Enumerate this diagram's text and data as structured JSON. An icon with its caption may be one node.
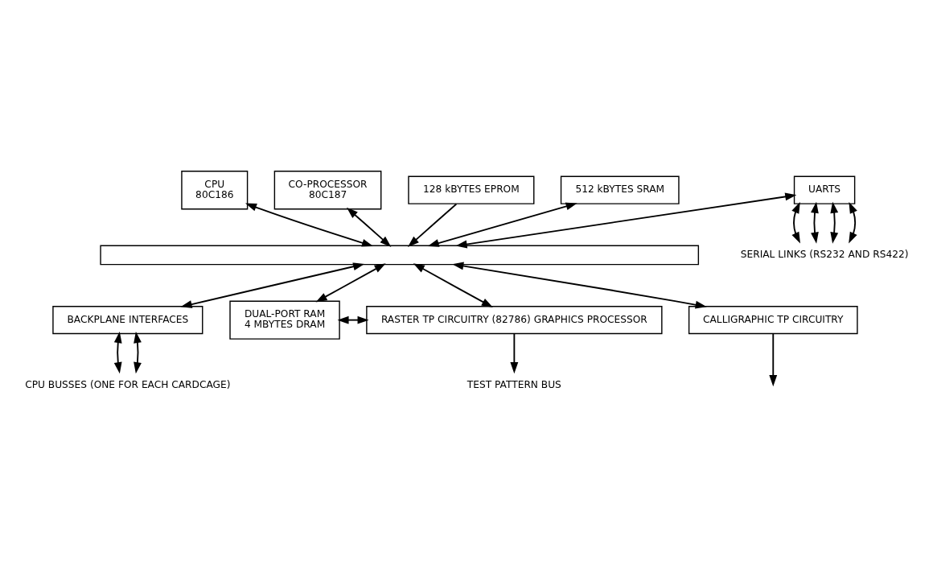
{
  "diagram": {
    "nodes": [
      {
        "text": [
          "CPU",
          "80C186"
        ]
      },
      {
        "text": [
          "CO-PROCESSOR",
          "80C187"
        ]
      },
      {
        "text": [
          "SERIAL LINKS (RS232 AND RS422)"
        ]
      },
      {
        "text": [
          "UARTS"
        ]
      },
      {
        "text": [
          "128 kBYTES EPROM"
        ]
      },
      {
        "text": [
          "512 kBYTES SRAM"
        ]
      },
      {
        "text": [],
        "shape": "bar"
      },
      {
        "text": [
          "BACKPLANE INTERFACES"
        ]
      },
      {
        "text": [
          "DUAL-PORT RAM",
          "4 MBYTES DRAM"
        ]
      },
      {
        "text": [
          "RASTER TP CIRCUITRY (82786) GRAPHICS PROCESSOR"
        ]
      },
      {
        "text": [
          "CALLIGRAPHIC TP CIRCUITRY"
        ]
      },
      {
        "text": [
          "CPU BUSSES (ONE FOR EACH CARDCAGE)"
        ]
      },
      {
        "text": [
          "TEST PATTERN BUS"
        ]
      }
    ],
    "edges": [
      {
        "from": 0,
        "to": 6,
        "arrow": "both"
      },
      {
        "from": 1,
        "to": 6,
        "arrow": "both"
      },
      {
        "from": 3,
        "to": 2,
        "arrow": "both"
      },
      {
        "from": 3,
        "to": 2,
        "arrow": "both"
      },
      {
        "from": 3,
        "to": 2,
        "arrow": "both"
      },
      {
        "from": 3,
        "to": 2,
        "arrow": "both"
      },
      {
        "from": 3,
        "to": 6,
        "arrow": "both"
      },
      {
        "from": 4,
        "to": 6,
        "arrow": "to"
      },
      {
        "from": 5,
        "to": 6,
        "arrow": "both"
      },
      {
        "from": 6,
        "to": 7,
        "arrow": "both"
      },
      {
        "from": 6,
        "to": 8,
        "arrow": "both"
      },
      {
        "from": 8,
        "to": 9,
        "arrow": "both"
      },
      {
        "from": 6,
        "to": 9,
        "arrow": "both"
      },
      {
        "from": 6,
        "to": 10,
        "arrow": "both"
      },
      {
        "from": 7,
        "to": 11,
        "arrow": "both"
      },
      {
        "from": 7,
        "to": 11,
        "arrow": "both"
      },
      {
        "from": 9,
        "to": 12,
        "arrow": "to"
      },
      {
        "from": 10,
        "to": null,
        "arrow": "to"
      }
    ]
  }
}
